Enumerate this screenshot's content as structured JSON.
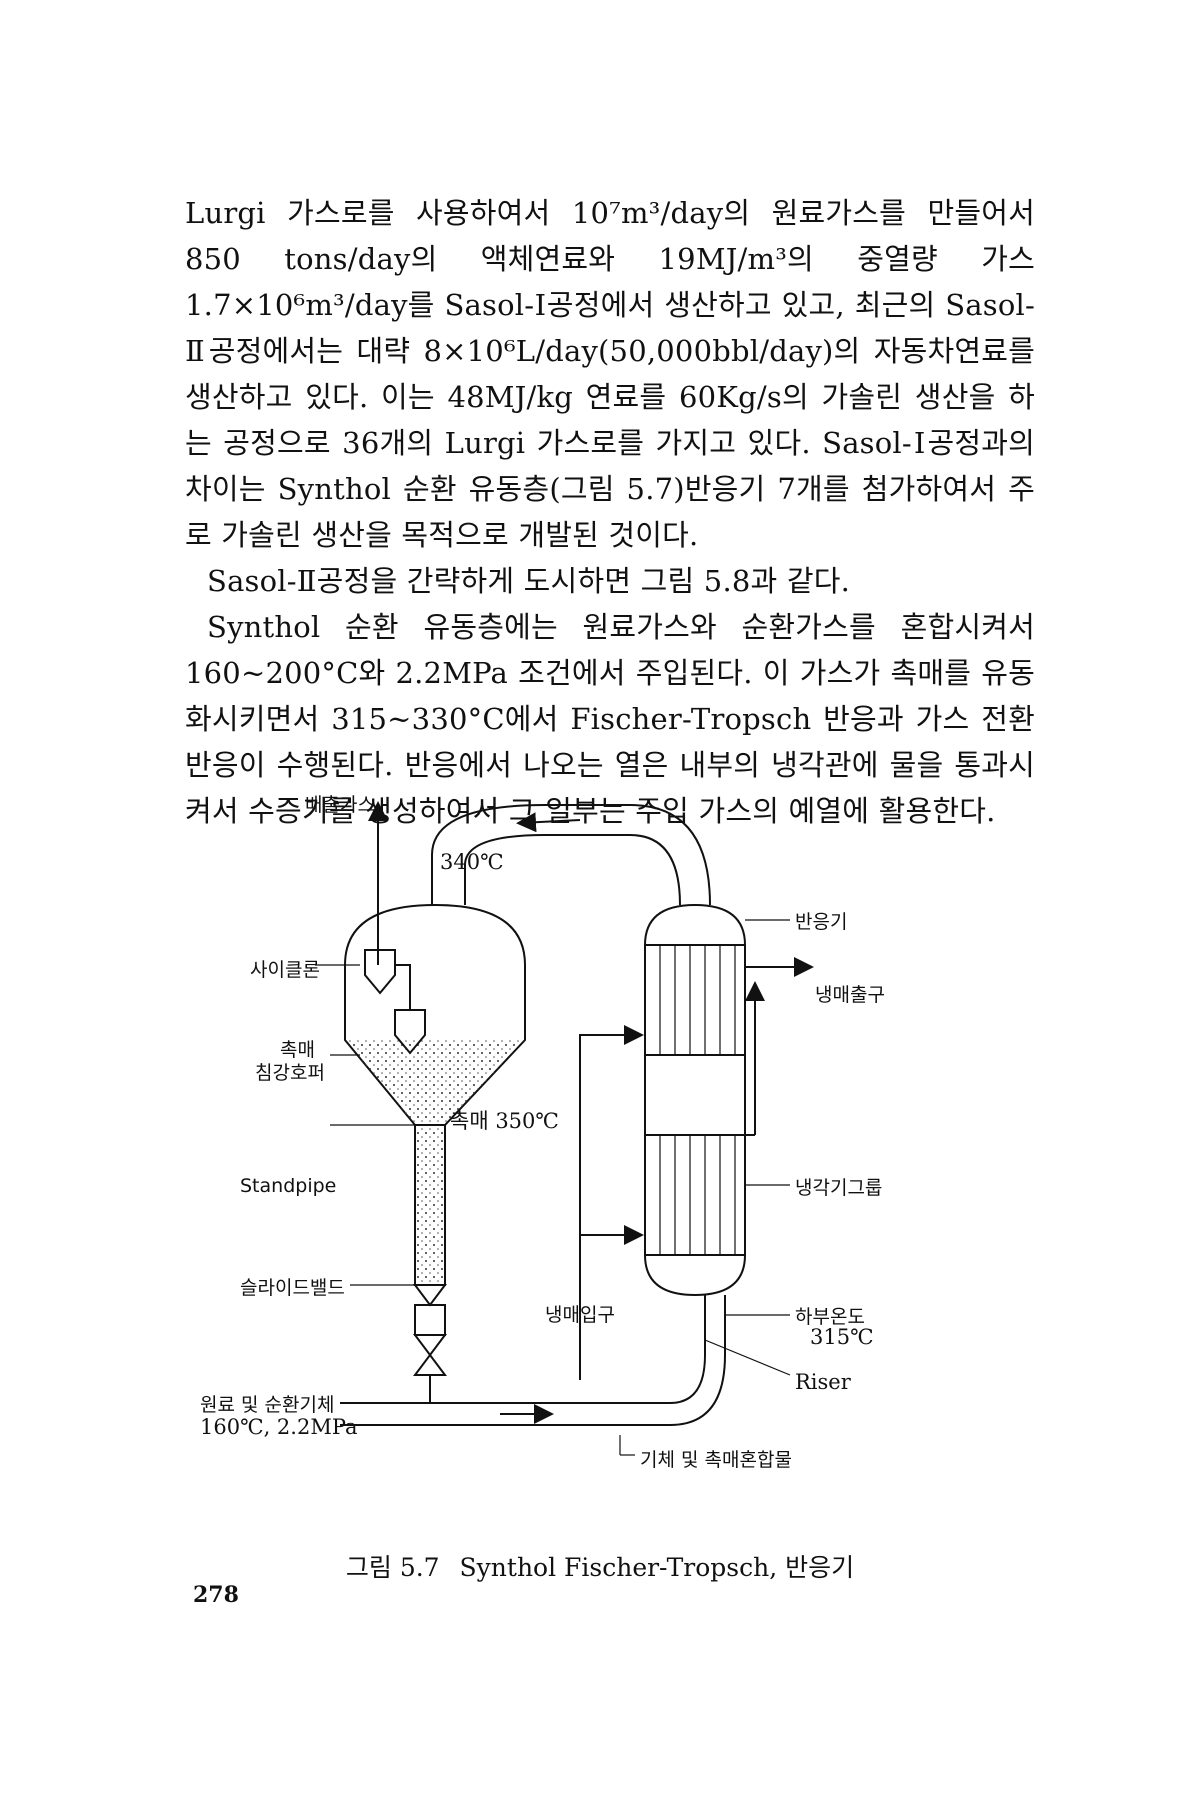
{
  "paragraphs": [
    "Lurgi 가스로를 사용하여서 10⁷m³/day의 원료가스를 만들어서 850 tons/day의 액체연료와 19MJ/m³의 중열량 가스 1.7×10⁶m³/day를 Sasol-Ⅰ공정에서 생산하고 있고, 최근의 Sasol-Ⅱ공정에서는 대략 8×10⁶L/day(50,000bbl/day)의 자동차연료를 생산하고 있다. 이는 48MJ/kg 연료를 60Kg/s의 가솔린 생산을 하는 공정으로 36개의 Lurgi 가스로를 가지고 있다. Sasol-Ⅰ공정과의 차이는 Synthol 순환 유동층(그림 5.7)반응기 7개를 첨가하여서 주로 가솔린 생산을 목적으로 개발된 것이다.",
    "Sasol-Ⅱ공정을 간략하게 도시하면 그림 5.8과 같다.",
    "Synthol 순환 유동층에는 원료가스와 순환가스를 혼합시켜서 160~200°C와 2.2MPa 조건에서 주입된다. 이 가스가 촉매를 유동화시키면서 315~330°C에서 Fischer-Tropsch 반응과 가스 전환반응이 수행된다. 반응에서 나오는 열은 내부의 냉각관에 물을 통과시켜서 수증기를 생성하여서 그 일부는 주입 가스의 예열에 활용한다."
  ],
  "figure": {
    "labels": {
      "exhaust_gas": "배출가스",
      "temp_top": "340℃",
      "cyclone": "사이클론",
      "reactor": "반응기",
      "coolant_outlet": "냉매출구",
      "catalyst_hopper_1": "촉매",
      "catalyst_hopper_2": "침강호퍼",
      "catalyst_temp": "촉매 350℃",
      "standpipe": "Standpipe",
      "cooler_group": "냉각기그룹",
      "slide_valve": "슬라이드밸드",
      "coolant_inlet": "냉매입구",
      "bottom_temp_1": "하부온도",
      "bottom_temp_2": "315℃",
      "feed_1": "원료 및 순환기체",
      "feed_2": "160℃, 2.2MPa",
      "riser": "Riser",
      "gas_catalyst_mix": "기체 및 촉매혼합물"
    }
  },
  "caption": {
    "number": "그림 5.7",
    "title": "Synthol Fischer-Tropsch, 반응기"
  },
  "page_number": "278"
}
